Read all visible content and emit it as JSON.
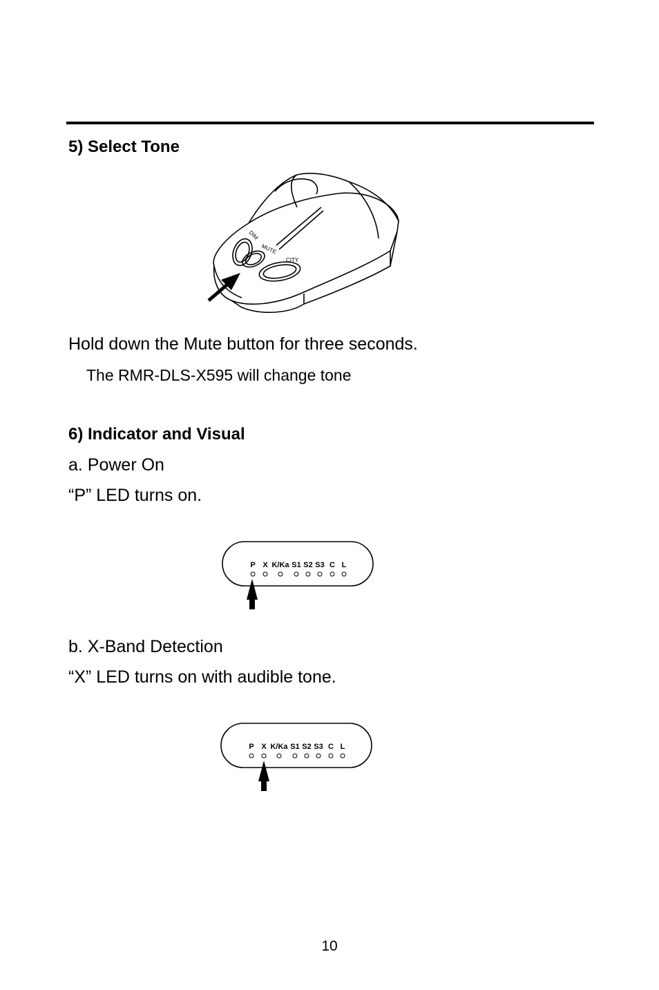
{
  "section5": {
    "heading": "5) Select Tone",
    "device_labels": {
      "dim": "DIM",
      "mute": "MUTE",
      "city": "CITY"
    },
    "instruction": "Hold down the Mute button for three seconds.",
    "note": "The RMR-DLS-X595 will change tone"
  },
  "section6": {
    "heading": "6) Indicator and Visual",
    "a": {
      "title": "a. Power On",
      "text": "“P”  LED turns on."
    },
    "b": {
      "title": "b. X-Band Detection",
      "text": "“X” LED turns on with audible tone."
    },
    "led_labels": [
      "P",
      "X",
      "K/Ka",
      "S1",
      "S2",
      "S3",
      "C",
      "L"
    ]
  },
  "page_number": "10"
}
